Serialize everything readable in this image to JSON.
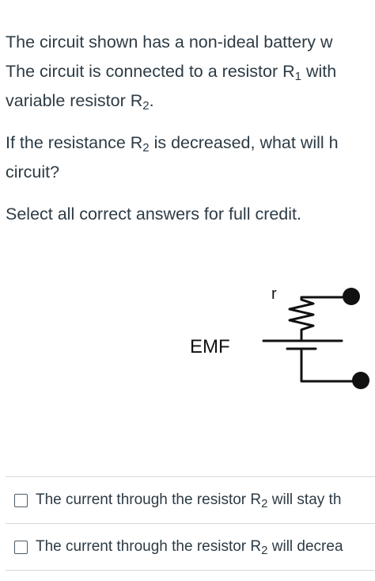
{
  "question": {
    "line1": "The circuit shown has a non-ideal battery w",
    "line2_a": "The circuit is connected to a resistor R",
    "line2_sub": "1",
    "line2_b": " with",
    "line3_a": "variable resistor R",
    "line3_sub": "2",
    "line3_b": ".",
    "p2_line1_a": "If the resistance R",
    "p2_line1_sub": "2",
    "p2_line1_b": " is decreased, what will h",
    "p2_line2": "circuit?",
    "instruction": "Select all correct answers for full credit."
  },
  "diagram": {
    "r_label": "r",
    "emf_label": "EMF"
  },
  "answers": [
    {
      "text_a": "The current through the resistor R",
      "sub": "2",
      "text_b": " will stay th"
    },
    {
      "text_a": "The current through the resistor R",
      "sub": "2",
      "text_b": " will decrea"
    }
  ]
}
